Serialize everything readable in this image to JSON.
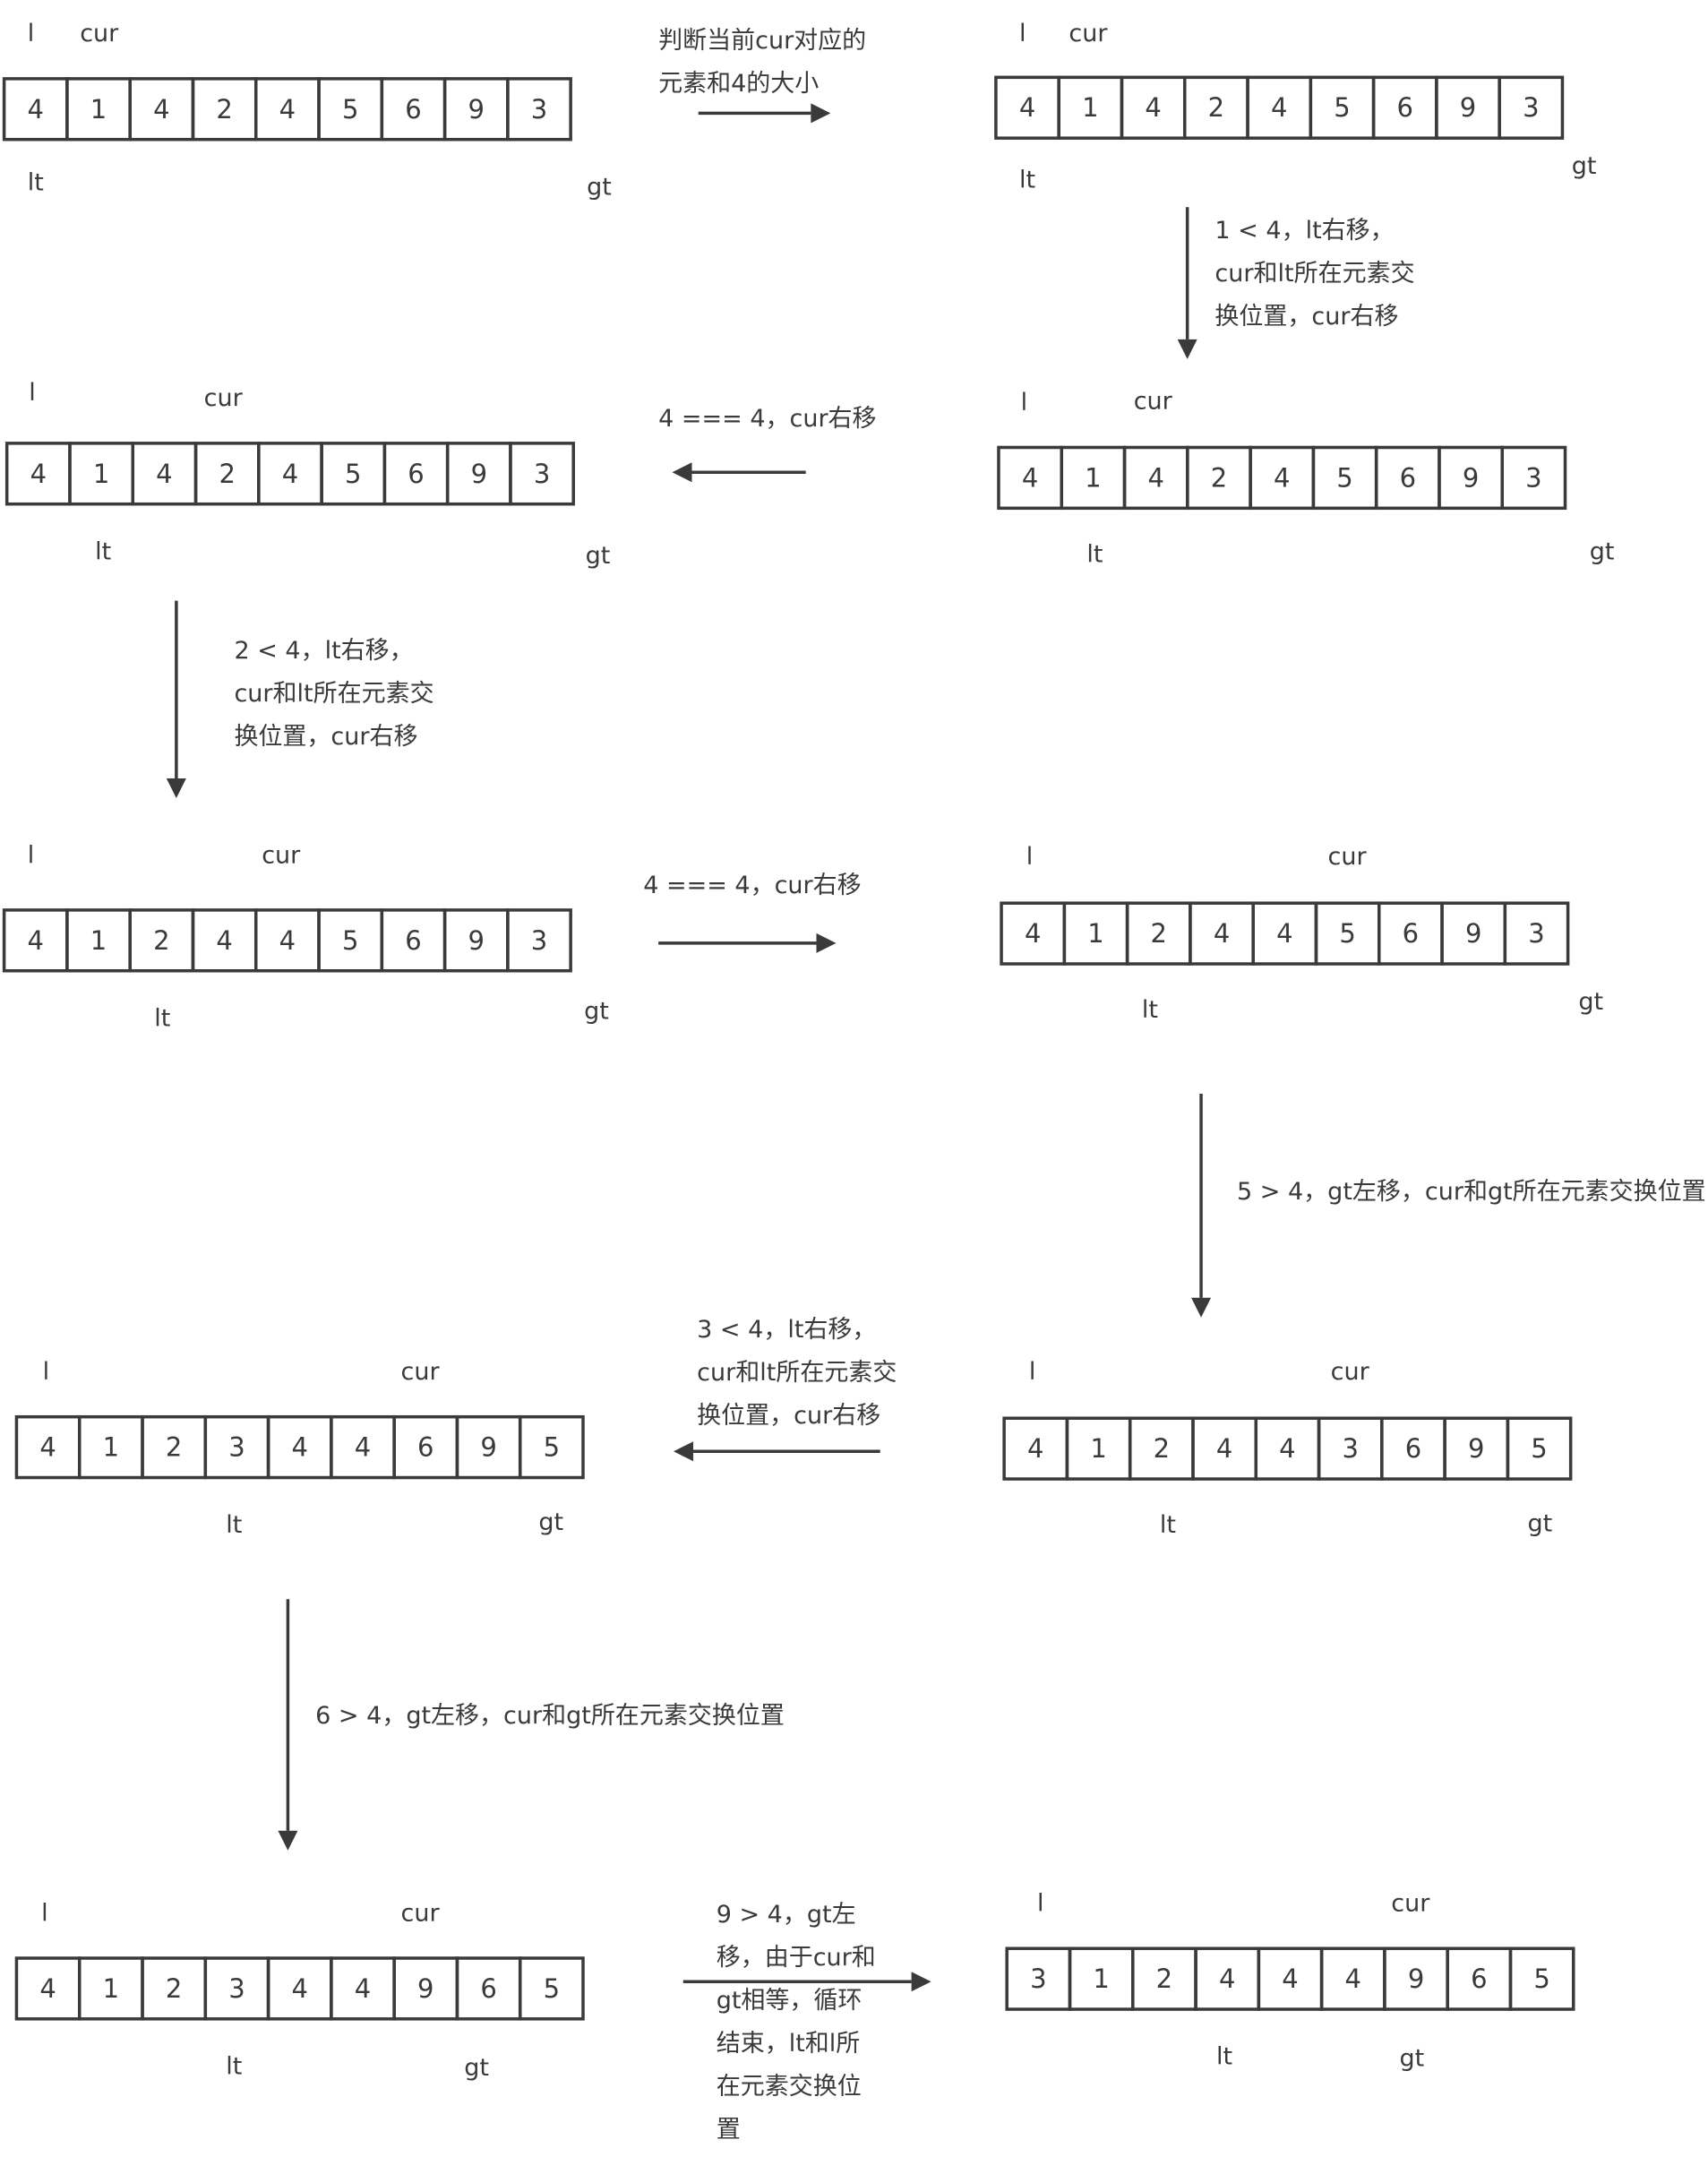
{
  "arrays": [
    {
      "values": [
        "4",
        "1",
        "4",
        "2",
        "4",
        "5",
        "6",
        "9",
        "3"
      ],
      "pointers": {
        "l": "l",
        "cur": "cur",
        "lt": "lt",
        "gt": "gt"
      }
    },
    {
      "values": [
        "4",
        "1",
        "4",
        "2",
        "4",
        "5",
        "6",
        "9",
        "3"
      ],
      "pointers": {
        "l": "l",
        "cur": "cur",
        "lt": "lt",
        "gt": "gt"
      }
    },
    {
      "values": [
        "4",
        "1",
        "4",
        "2",
        "4",
        "5",
        "6",
        "9",
        "3"
      ],
      "pointers": {
        "l": "l",
        "cur": "cur",
        "lt": "lt",
        "gt": "gt"
      }
    },
    {
      "values": [
        "4",
        "1",
        "4",
        "2",
        "4",
        "5",
        "6",
        "9",
        "3"
      ],
      "pointers": {
        "l": "l",
        "cur": "cur",
        "lt": "lt",
        "gt": "gt"
      }
    },
    {
      "values": [
        "4",
        "1",
        "2",
        "4",
        "4",
        "5",
        "6",
        "9",
        "3"
      ],
      "pointers": {
        "l": "l",
        "cur": "cur",
        "lt": "lt",
        "gt": "gt"
      }
    },
    {
      "values": [
        "4",
        "1",
        "2",
        "4",
        "4",
        "5",
        "6",
        "9",
        "3"
      ],
      "pointers": {
        "l": "l",
        "cur": "cur",
        "lt": "lt",
        "gt": "gt"
      }
    },
    {
      "values": [
        "4",
        "1",
        "2",
        "3",
        "4",
        "4",
        "6",
        "9",
        "5"
      ],
      "pointers": {
        "l": "l",
        "cur": "cur",
        "lt": "lt",
        "gt": "gt"
      }
    },
    {
      "values": [
        "4",
        "1",
        "2",
        "4",
        "4",
        "3",
        "6",
        "9",
        "5"
      ],
      "pointers": {
        "l": "l",
        "cur": "cur",
        "lt": "lt",
        "gt": "gt"
      }
    },
    {
      "values": [
        "4",
        "1",
        "2",
        "3",
        "4",
        "4",
        "9",
        "6",
        "5"
      ],
      "pointers": {
        "l": "l",
        "cur": "cur",
        "lt": "lt",
        "gt": "gt"
      }
    },
    {
      "values": [
        "3",
        "1",
        "2",
        "4",
        "4",
        "4",
        "9",
        "6",
        "5"
      ],
      "pointers": {
        "l": "l",
        "cur": "cur",
        "lt": "lt",
        "gt": "gt"
      }
    }
  ],
  "notes": [
    {
      "lines": [
        "判断当前cur对应的",
        "元素和4的大小"
      ]
    },
    {
      "lines": [
        "1 < 4，lt右移，",
        "cur和lt所在元素交",
        "换位置，cur右移"
      ]
    },
    {
      "lines": [
        "4 === 4，cur右移"
      ]
    },
    {
      "lines": [
        "2 < 4，lt右移，",
        "cur和lt所在元素交",
        "换位置，cur右移"
      ]
    },
    {
      "lines": [
        "4 === 4，cur右移"
      ]
    },
    {
      "lines": [
        "5 > 4，gt左移，cur和gt所在元素交换位置"
      ]
    },
    {
      "lines": [
        "3 < 4，lt右移，",
        "cur和lt所在元素交",
        "换位置，cur右移"
      ]
    },
    {
      "lines": [
        "6 > 4，gt左移，cur和gt所在元素交换位置"
      ]
    },
    {
      "lines": [
        "9 > 4，gt左",
        "移，由于cur和",
        "gt相等，循环",
        "结束，lt和l所",
        "在元素交换位",
        "置"
      ]
    }
  ],
  "colors": {
    "stroke": "#3a3a3a",
    "text": "#3a3a3a",
    "background": "#ffffff"
  }
}
